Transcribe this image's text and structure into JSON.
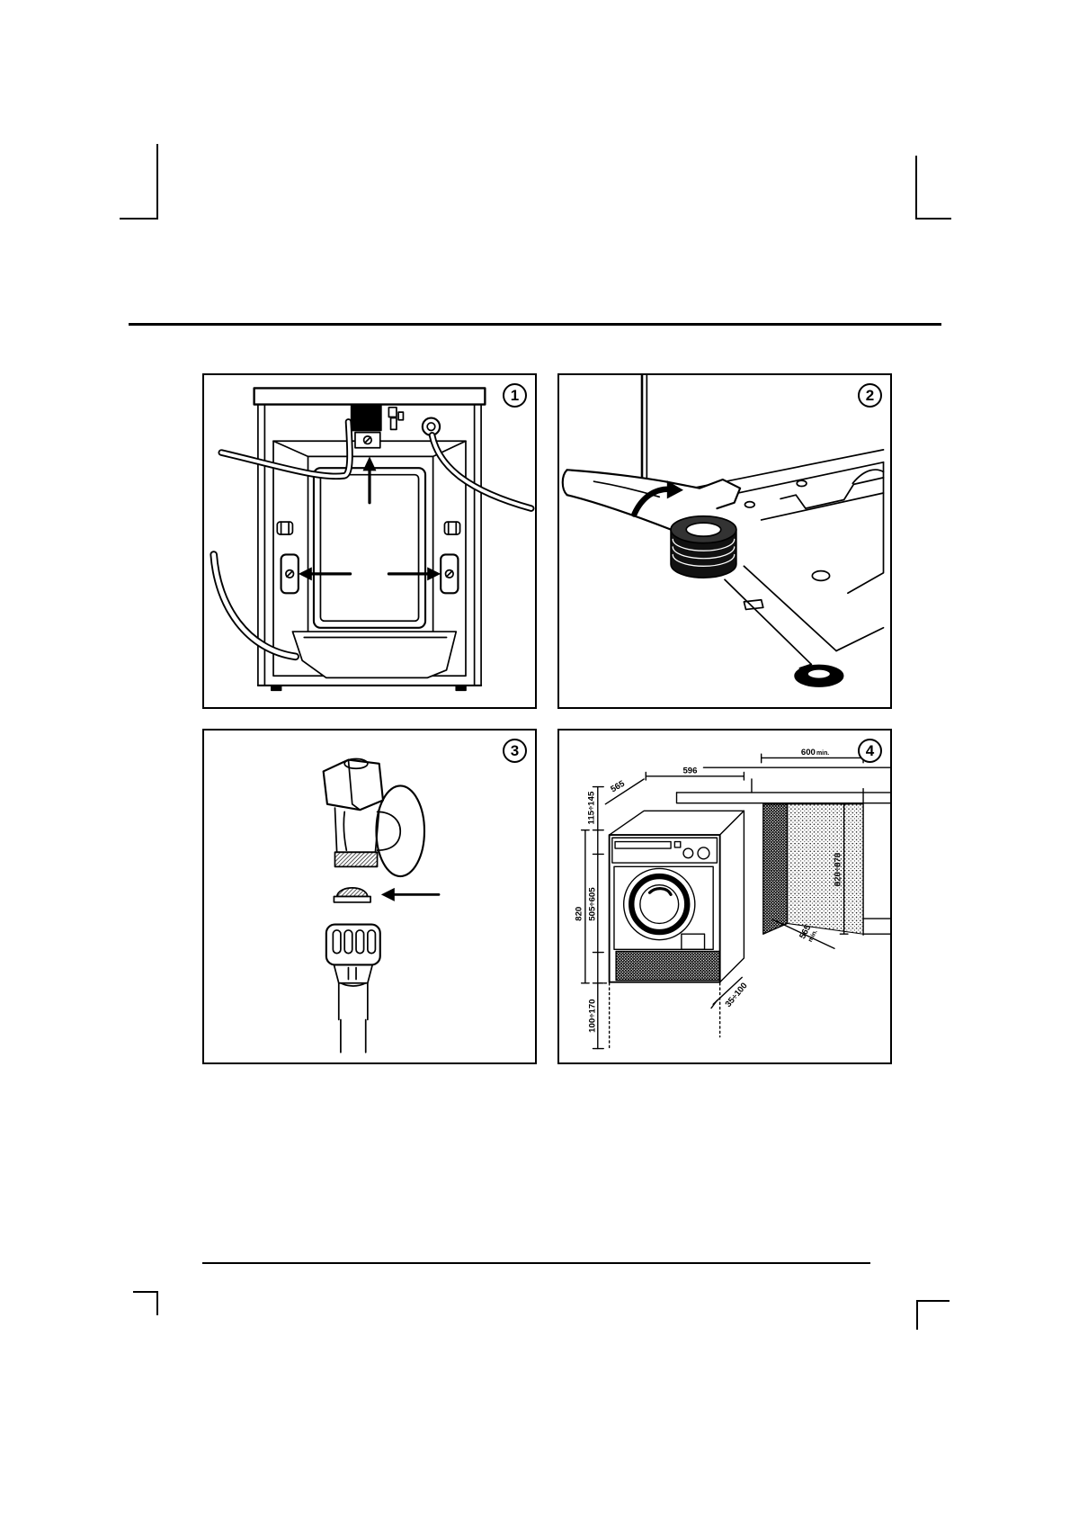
{
  "figures": [
    {
      "number": "1"
    },
    {
      "number": "2"
    },
    {
      "number": "3"
    },
    {
      "number": "4",
      "dimensions": {
        "clearance": {
          "value": "600",
          "suffix": "min."
        },
        "width": "596",
        "depth": "565",
        "top_gap": "115÷145",
        "height": "820",
        "opening": "505÷605",
        "base": "100÷170",
        "worktop_height": "820÷870",
        "side_depth": {
          "value": "565",
          "suffix": "min."
        },
        "plinth": "35÷100"
      }
    }
  ]
}
